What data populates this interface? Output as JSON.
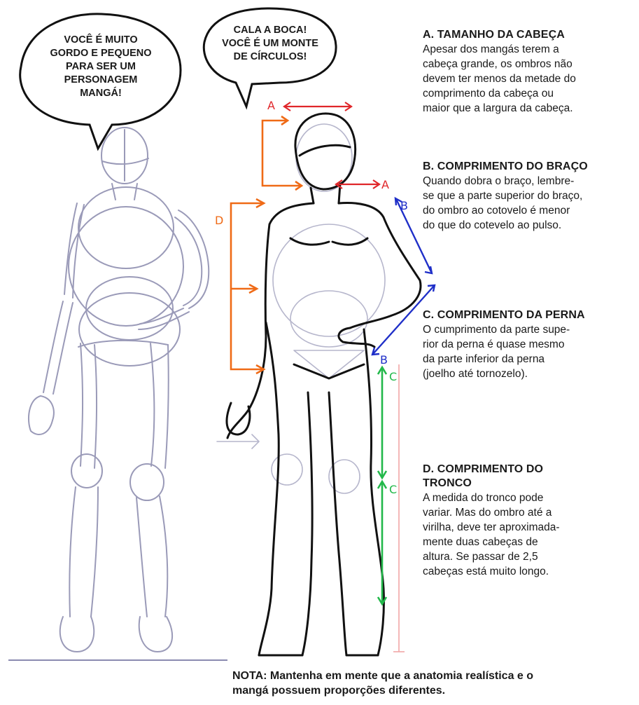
{
  "speech_bubbles": {
    "left": "VOCÊ É MUITO\nGORDO E PEQUENO\nPARA SER UM\nPERSONAGEM\nMANGÁ!",
    "right": "CALA A BOCA!\nVOCÊ É UM MONTE\nDE CÍRCULOS!"
  },
  "notes": [
    {
      "title": "A. TAMANHO DA CABEÇA",
      "body": "Apesar dos mangás terem a\ncabeça grande, os ombros não\ndevem ter menos da metade do\ncomprimento da cabeça ou\nmaior que a largura da cabeça."
    },
    {
      "title": "B. COMPRIMENTO DO BRAÇO",
      "body": "Quando dobra o braço, lembre-\nse que a parte superior do braço,\ndo ombro ao cotovelo é menor\ndo que do cotevelo ao pulso."
    },
    {
      "title": "C. COMPRIMENTO DA PERNA",
      "body": "O cumprimento da parte supe-\nrior da perna é  quase  mesmo\nda parte inferior da perna\n(joelho até tornozelo)."
    },
    {
      "title": "D. COMPRIMENTO DO\nTRONCO",
      "body": "A medida do tronco pode\nvariar. Mas do ombro até a\nvirilha, deve ter aproximada-\nmente duas cabeças de\naltura. Se passar de 2,5\ncabeças está muito longo."
    }
  ],
  "footnote": "NOTA: Mantenha em mente que a anatomia realística e o\nmangá possuem proporções diferentes.",
  "marker_labels": {
    "a_top": "A",
    "a_shoulder": "A",
    "b_top": "B",
    "b_bottom": "B",
    "c_top": "C",
    "c_bottom": "C",
    "d": "D"
  },
  "colors": {
    "sketch": "#9a9ab8",
    "ink": "#111111",
    "head_marker": "#e0262a",
    "arm_marker": "#1f2fc8",
    "leg_marker": "#22b84a",
    "torso_marker": "#ef6a16",
    "guide_pink": "#f2a6a6",
    "text": "#1a1a1a"
  }
}
